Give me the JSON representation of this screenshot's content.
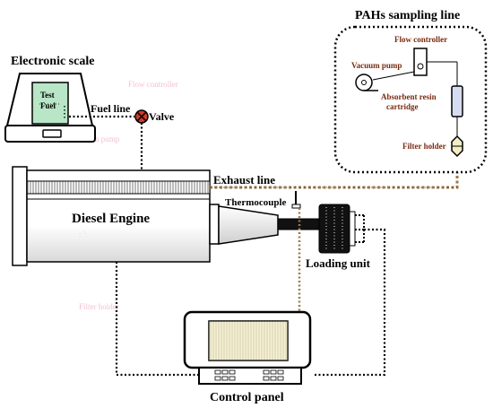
{
  "labels": {
    "scale_title": "Electronic scale",
    "fuel_word1": "Test",
    "fuel_word2": "Fuel",
    "fuel_line": "Fuel line",
    "valve": "Valve",
    "engine": "Diesel Engine",
    "exhaust_line": "Exhaust line",
    "thermocouple": "Thermocouple",
    "loading_unit": "Loading unit",
    "control_panel": "Control panel",
    "pahs_title": "PAHs sampling line",
    "flow_controller": "Flow controller",
    "vacuum_pump": "Vacuum pump",
    "absorbent_1": "Absorbent resin",
    "absorbent_2": "cartridge",
    "filter_holder": "Filter holder",
    "ghost_flow_controller": "Flow controller",
    "ghost_vacuum_pump": "Vacuum pump",
    "ghost_filter_holder": "Filter holder"
  },
  "colors": {
    "fuel_green": "#b8e6c6",
    "valve_red": "#d23a2a",
    "exhaust_line": "#9a7a4a",
    "pahs_box_fill": "#ffffff",
    "cartridge_fill": "#d6dcf2",
    "filter_fill": "#f3ecc4",
    "ghost_text": "#f2c2cf"
  }
}
